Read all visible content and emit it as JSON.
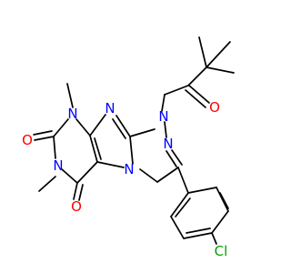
{
  "molecule": {
    "colors": {
      "carbon": "#000000",
      "nitrogen": "#0000ff",
      "oxygen": "#ff0000",
      "chlorine": "#00a000"
    },
    "atom_labels": {
      "N1": "N",
      "N3": "N",
      "N7": "N",
      "N9": "N",
      "N_tr1": "N",
      "N_tr2": "N",
      "O_ket": "O",
      "O2": "O",
      "O6": "O",
      "Cl": "Cl"
    }
  }
}
